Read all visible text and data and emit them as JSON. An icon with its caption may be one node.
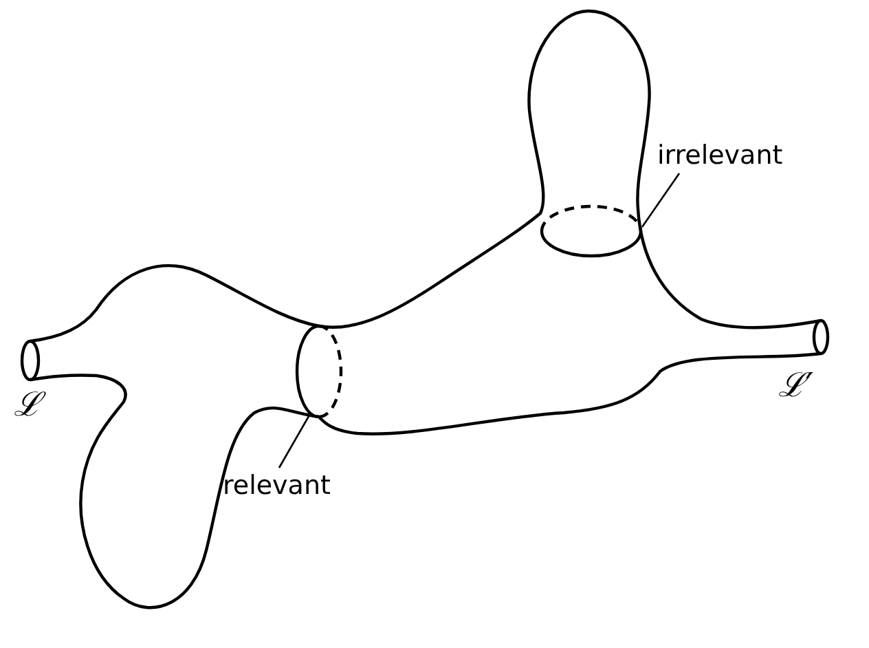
{
  "diagram": {
    "nodes": [
      {
        "text": [
          "irrelevant"
        ]
      },
      {
        "text": [],
        "shape": "circle"
      },
      {
        "text": [
          "relevant"
        ]
      },
      {
        "text": [],
        "shape": "circle"
      }
    ],
    "edges": [
      {
        "from": 0,
        "to": 1,
        "arrow": "none"
      },
      {
        "from": 2,
        "to": 3,
        "arrow": "none"
      }
    ],
    "labels": [
      "ℒ",
      "ℒ′"
    ]
  }
}
